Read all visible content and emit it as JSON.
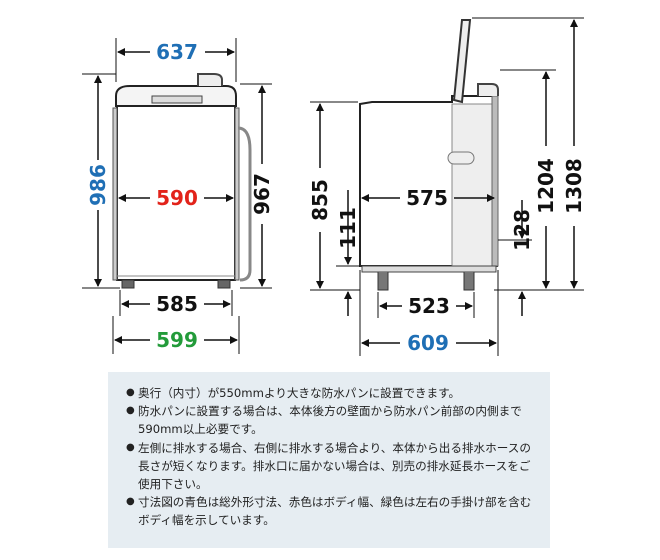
{
  "front_view": {
    "dims": {
      "overall_width": "637",
      "overall_height": "986",
      "body_width": "590",
      "body_height": "967",
      "base_width": "585",
      "width_incl_handles": "599"
    }
  },
  "side_view": {
    "dims": {
      "height_to_top": "855",
      "bottom_clearance": "111",
      "depth": "575",
      "hose_height": "128",
      "lid_open_height": "1204",
      "overall_lid_open_height": "1308",
      "foot_depth": "523",
      "overall_depth": "609"
    }
  },
  "colors": {
    "overall": "#1f6fb5",
    "body": "#e2231a",
    "handles": "#239b3a",
    "panel": "#e6edf2"
  },
  "notes": [
    "奥行（内寸）が550mmより大きな防水パンに設置できます。",
    "防水パンに設置する場合は、本体後方の壁面から防水パン前部の内側まで590mm以上必要です。",
    "左側に排水する場合、右側に排水する場合より、本体から出る排水ホースの長さが短くなります。排水口に届かない場合は、別売の排水延長ホースをご使用下さい。",
    "寸法図の青色は総外形寸法、赤色はボディ幅、緑色は左右の手掛け部を含むボディ幅を示しています。"
  ]
}
